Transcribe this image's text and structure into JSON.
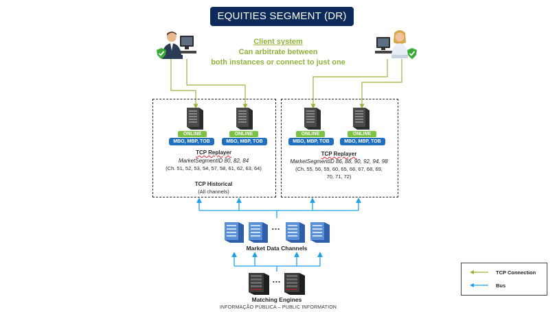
{
  "title": "EQUITIES SEGMENT (DR)",
  "client": {
    "heading": "Client system",
    "line1": "Can arbitrate between",
    "line2": "both instances or connect to just one"
  },
  "left_group": {
    "replayer_title": "TCP Replayer",
    "segment_ids": "MarketSegmentID 80, 82, 84",
    "channels": "(Ch. 51, 52, 53, 54, 57, 58, 61, 62, 63, 64)",
    "historical_title": "TCP Historical",
    "historical_sub": "(All channels)"
  },
  "right_group": {
    "replayer_title": "TCP Replayer",
    "segment_ids": "MarketSegmentID 86, 88, 90, 92, 94, 98",
    "channels_line1": "(Ch. 55, 56, 59, 60, 65, 66, 67, 68, 69,",
    "channels_line2": "70, 71, 72)"
  },
  "server_status": "ONLINE",
  "server_feed": "MBO, MBP, TOB",
  "market_data": {
    "label": "Market Data Channels",
    "ellipsis": "…"
  },
  "matching": {
    "label": "Matching Engines",
    "ellipsis": "…"
  },
  "legend": {
    "tcp": "TCP Connection",
    "bus": "Bus"
  },
  "footer": "INFORMAÇÃO PÚBLICA – PUBLIC INFORMATION",
  "colors": {
    "title_bg": "#0c2a5a",
    "tcp_line": "#9ab33c",
    "bus_line": "#1ea0e6",
    "online": "#7cc243",
    "feed": "#1f6fc0",
    "client_text": "#8fb43a"
  },
  "icons": [
    "user-workstation-icon",
    "shield-check-icon",
    "server-tower-icon",
    "blade-server-icon",
    "matching-engine-rack-icon"
  ]
}
